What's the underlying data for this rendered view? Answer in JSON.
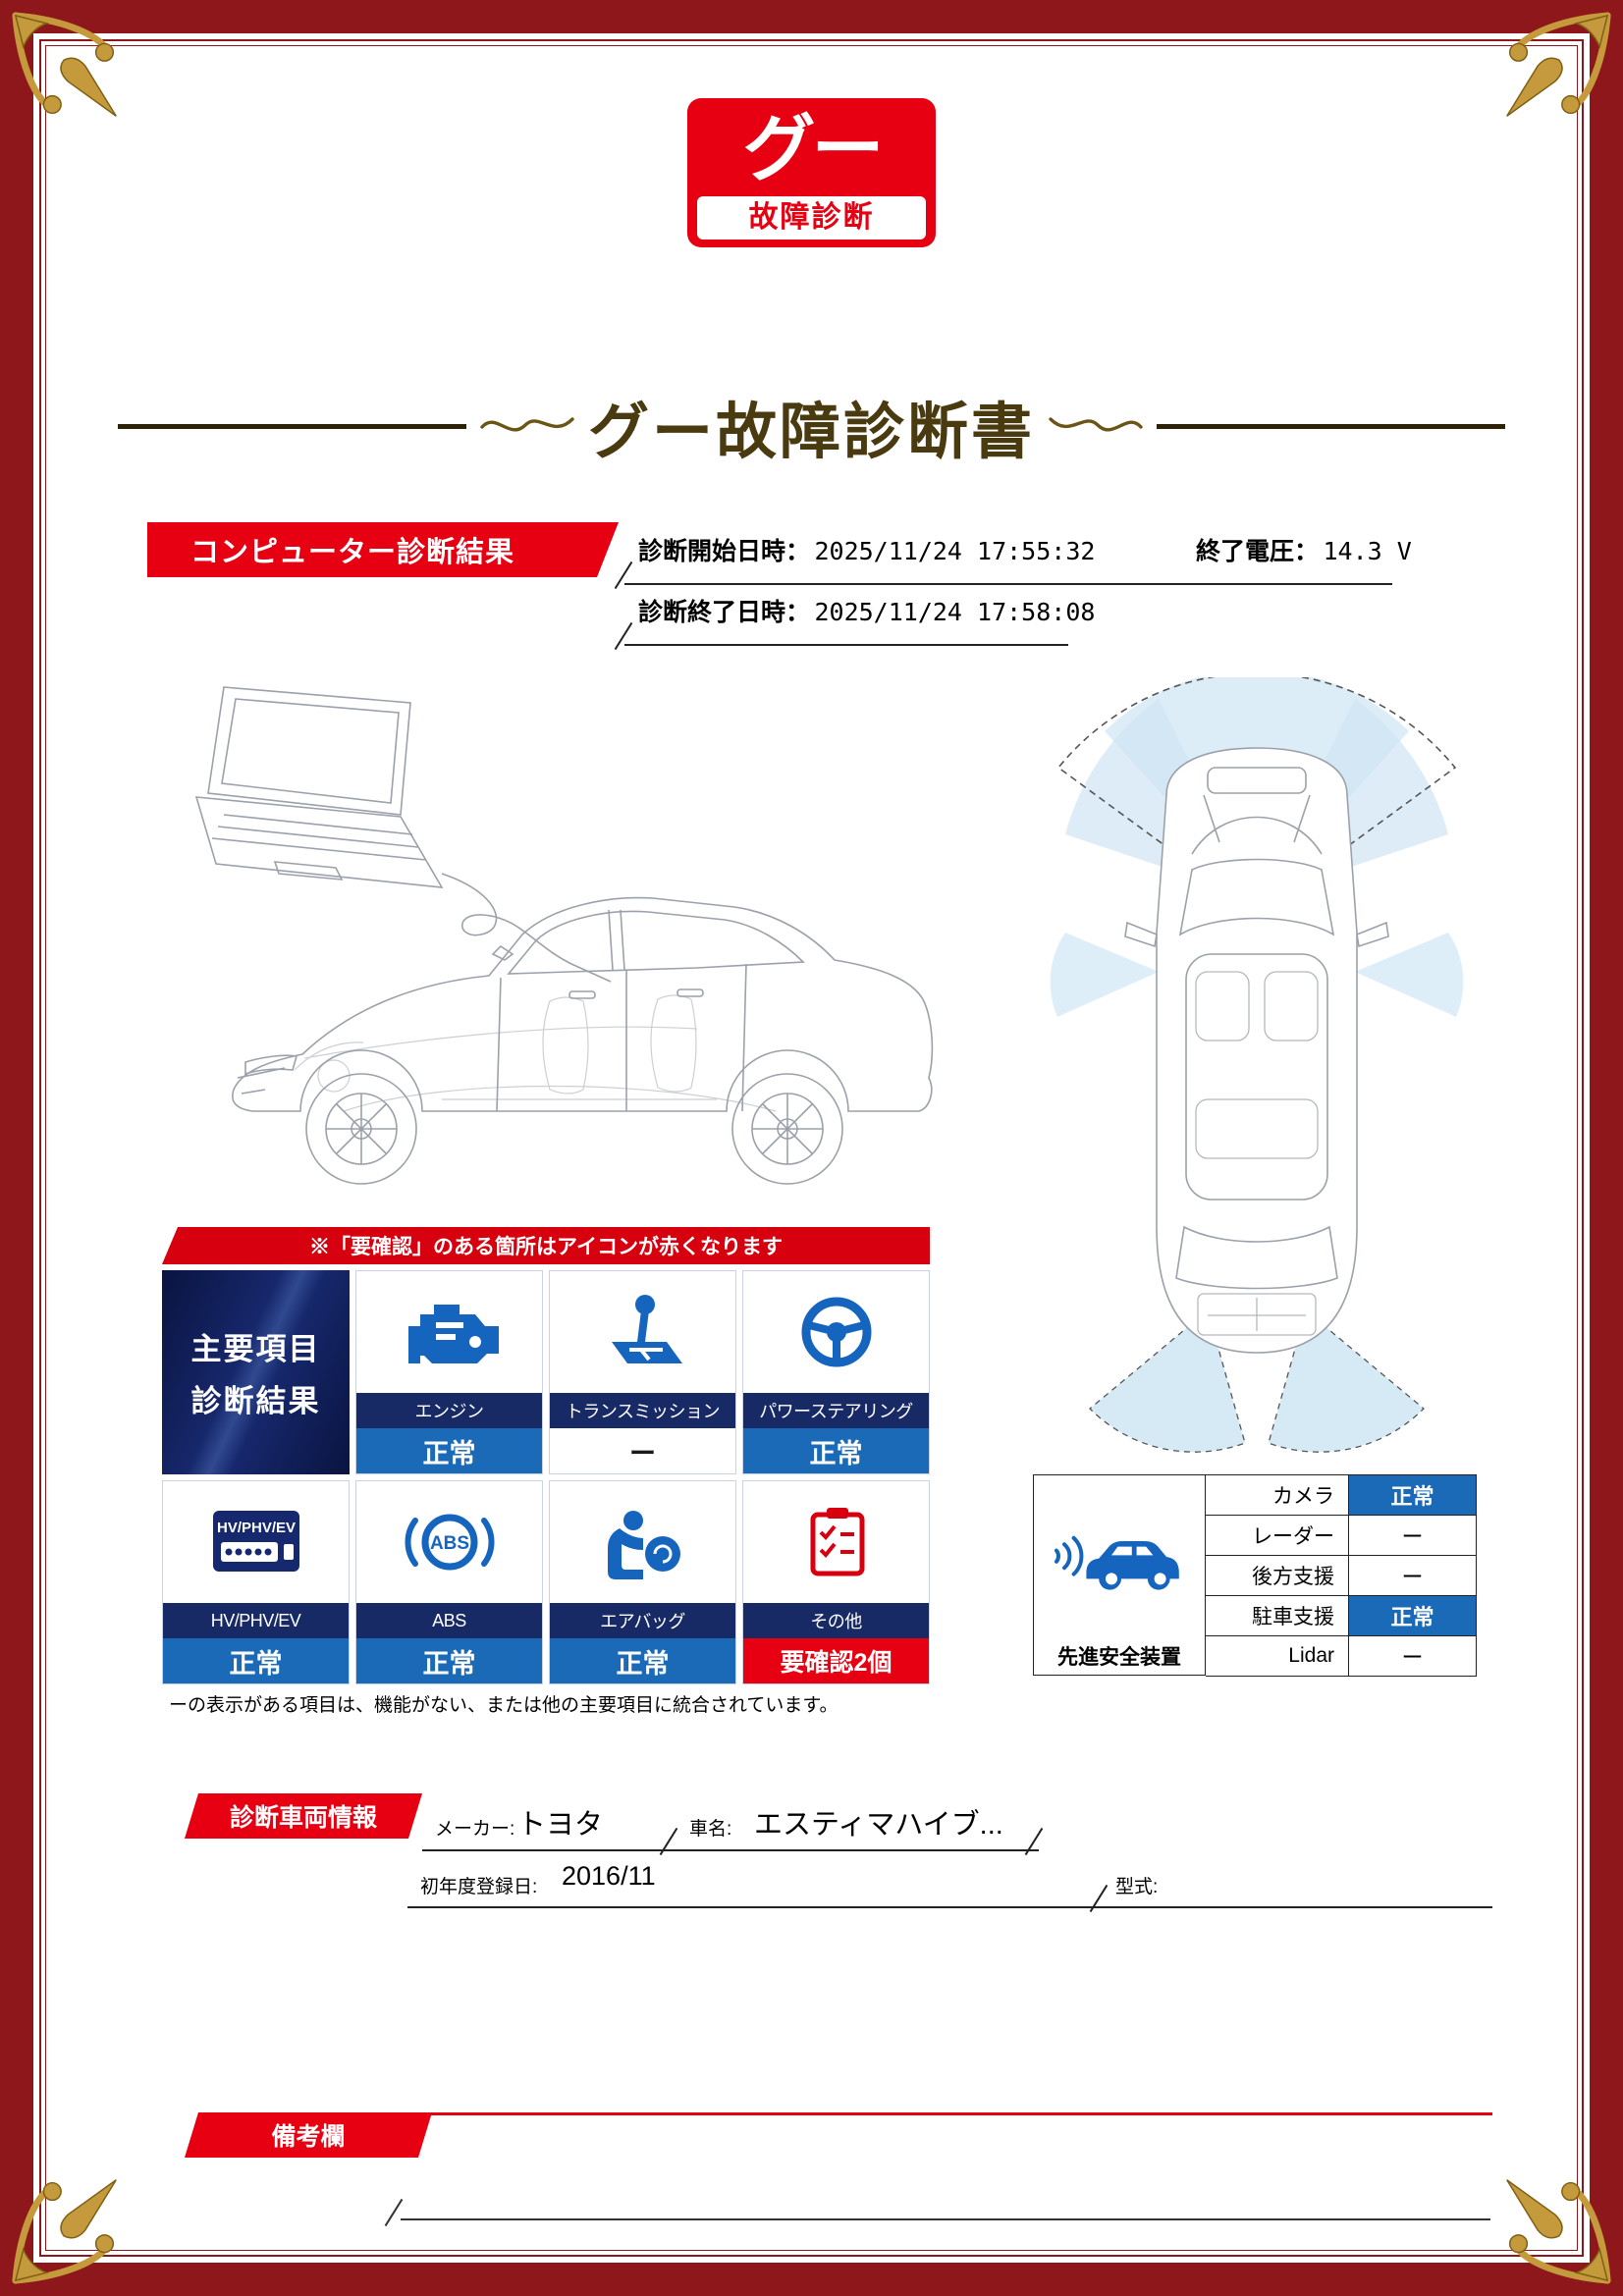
{
  "colors": {
    "maroon": "#8e171b",
    "red": "#e60012",
    "red-dark": "#d7000f",
    "navy": "#182a66",
    "navy-deep": "#0d1b4a",
    "blue": "#1a6ab8",
    "icon-blue": "#1565bf",
    "gold": "#c49a3c",
    "title-brown": "#4a3a10"
  },
  "logo": {
    "top": "グー",
    "bottom": "故障診断"
  },
  "title": "グー故障診断書",
  "computer": {
    "banner": "コンピューター診断結果",
    "start_label": "診断開始日時：",
    "start_value": "2025/11/24 17:55:32",
    "voltage_label": "終了電圧：",
    "voltage_value": "14.3 V",
    "end_label": "診断終了日時：",
    "end_value": "2025/11/24 17:58:08"
  },
  "note": "※「要確認」のある箇所はアイコンが赤くなります",
  "grid": {
    "header_line1": "主要項目",
    "header_line2": "診断結果",
    "cells": [
      {
        "icon": "engine-icon",
        "label": "エンジン",
        "status": "正常"
      },
      {
        "icon": "transmission-icon",
        "label": "トランスミッション",
        "status": "ー"
      },
      {
        "icon": "power-steering-icon",
        "label": "パワーステアリング",
        "status": "正常"
      },
      {
        "icon": "hv-phv-ev-icon",
        "label": "HV/PHV/EV",
        "status": "正常"
      },
      {
        "icon": "abs-icon",
        "label": "ABS",
        "status": "正常"
      },
      {
        "icon": "airbag-icon",
        "label": "エアバッグ",
        "status": "正常"
      },
      {
        "icon": "other-icon",
        "label": "その他",
        "status": "要確認2個"
      }
    ]
  },
  "footnote": "ーの表示がある項目は、機能がない、または他の主要項目に統合されています。",
  "safety": {
    "label": "先進安全装置",
    "rows": [
      {
        "name": "カメラ",
        "status": "正常"
      },
      {
        "name": "レーダー",
        "status": "ー"
      },
      {
        "name": "後方支援",
        "status": "ー"
      },
      {
        "name": "駐車支援",
        "status": "正常"
      },
      {
        "name": "Lidar",
        "status": "ー"
      }
    ]
  },
  "vehicle": {
    "banner": "診断車両情報",
    "maker_label": "メーカー:",
    "maker_value": "トヨタ",
    "car_label": "車名:",
    "car_value": "エスティマハイブ...",
    "reg_label": "初年度登録日:",
    "reg_value": "2016/11",
    "model_label": "型式:"
  },
  "remarks_banner": "備考欄"
}
